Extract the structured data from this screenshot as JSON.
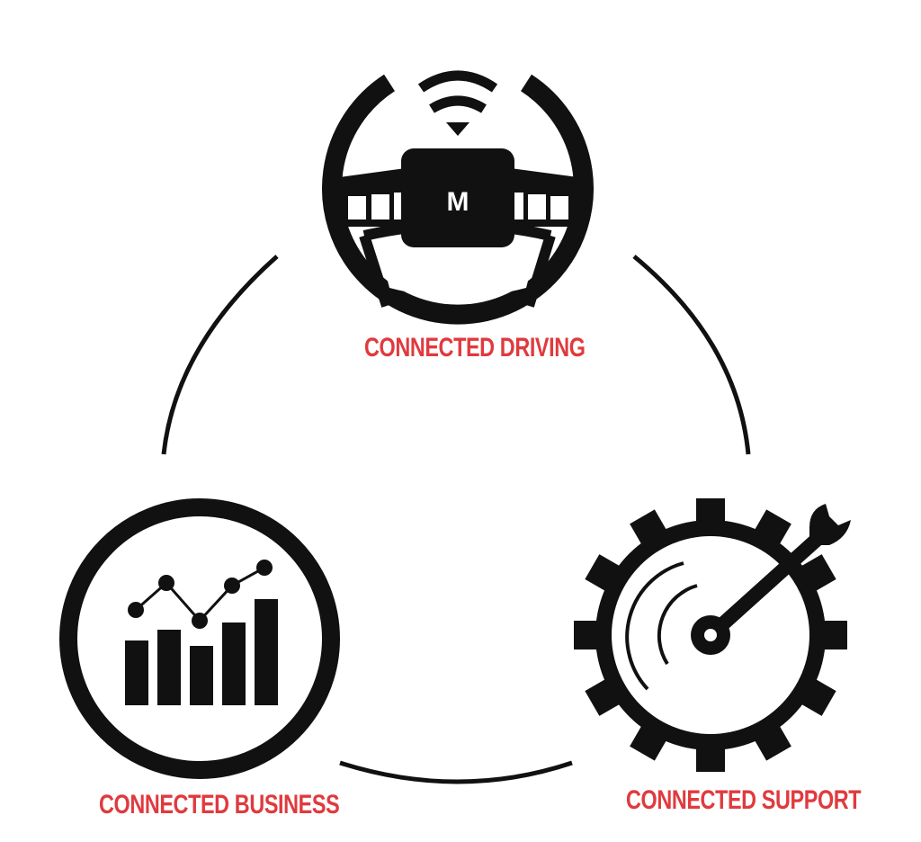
{
  "diagram": {
    "nodes": [
      {
        "id": "driving",
        "label": "CONNECTED DRIVING",
        "icon": "steering-wheel-icon"
      },
      {
        "id": "business",
        "label": "CONNECTED BUSINESS",
        "icon": "bar-chart-icon"
      },
      {
        "id": "support",
        "label": "CONNECTED SUPPORT",
        "icon": "gear-wrench-icon"
      }
    ],
    "steering_wheel_badge": "M",
    "colors": {
      "label": "#e03a3e",
      "icon": "#111111",
      "background": "#ffffff"
    }
  }
}
